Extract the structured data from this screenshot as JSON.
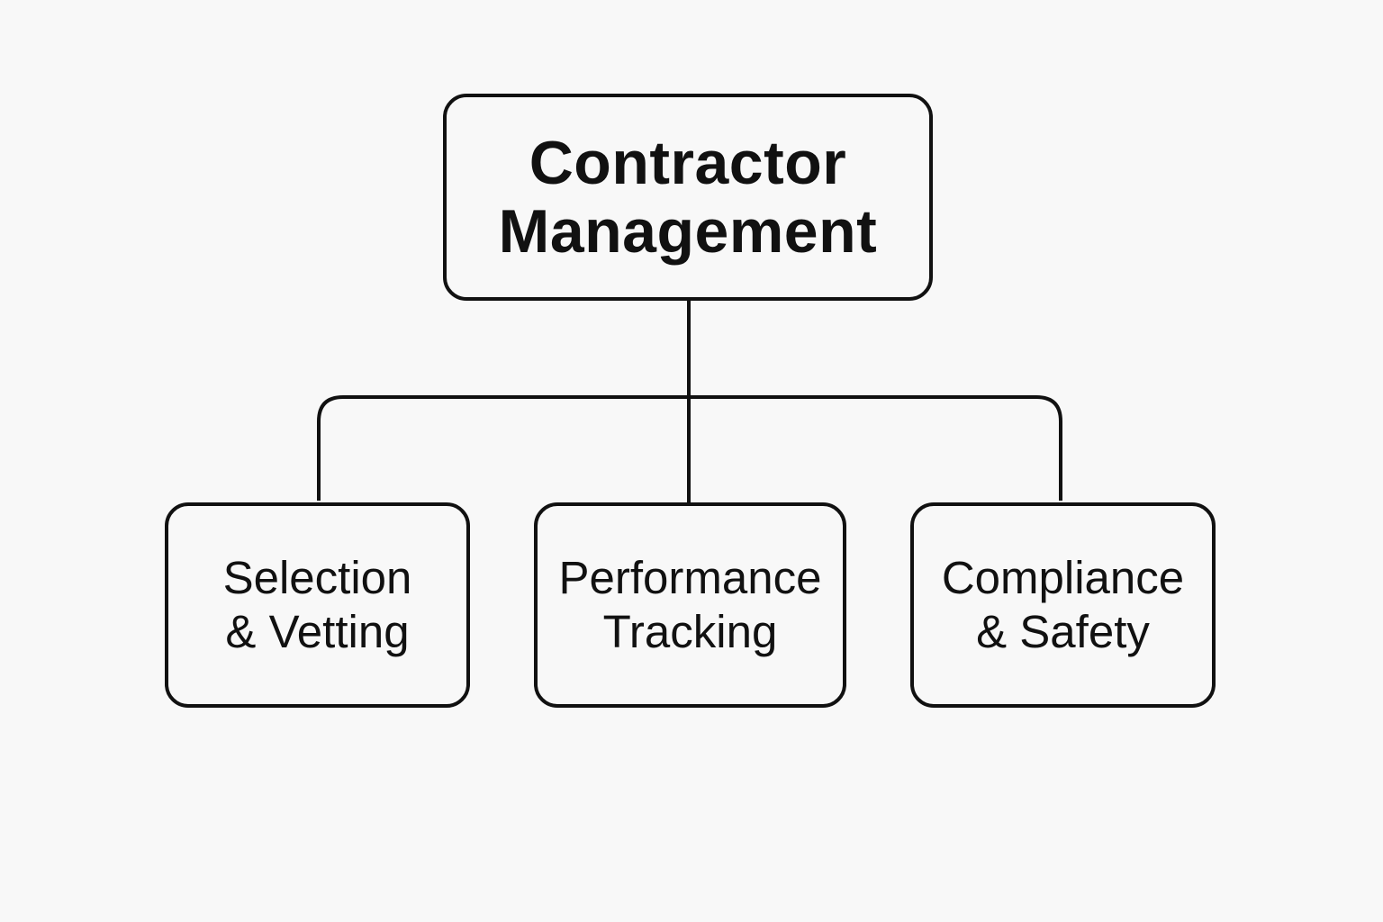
{
  "diagram": {
    "root": {
      "lines": [
        "Contractor",
        "Management"
      ]
    },
    "children": [
      {
        "lines": [
          "Selection",
          "& Vetting"
        ]
      },
      {
        "lines": [
          "Performance",
          "Tracking"
        ]
      },
      {
        "lines": [
          "Compliance",
          "& Safety"
        ]
      }
    ],
    "colors": {
      "stroke": "#111111",
      "background": "#f8f8f8"
    }
  }
}
